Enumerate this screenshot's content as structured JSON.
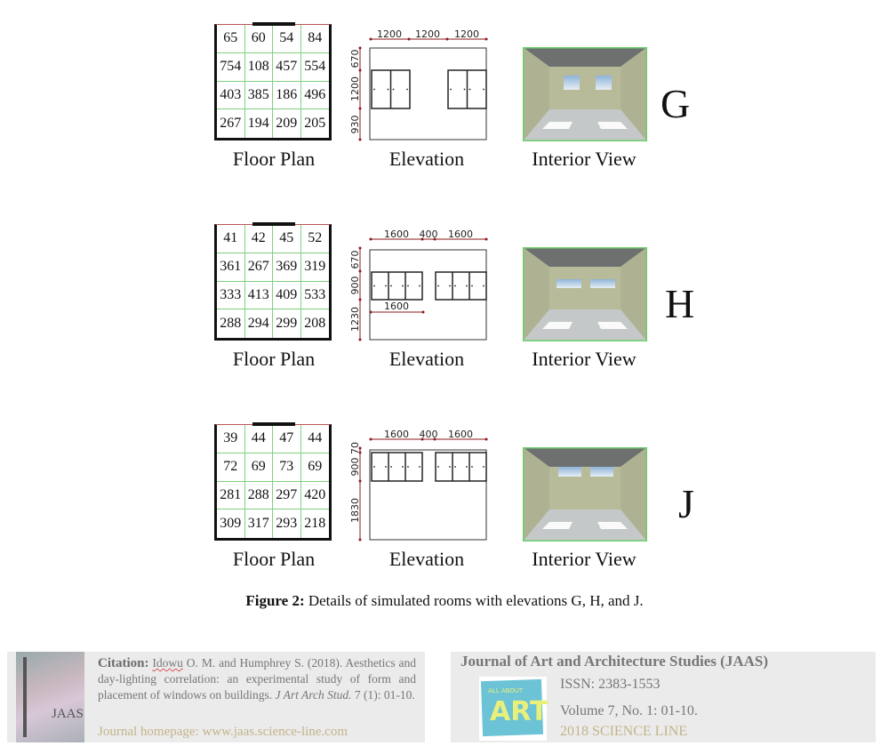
{
  "rows": [
    {
      "id": "G",
      "letter": "G",
      "plan": [
        "65",
        "60",
        "54",
        "84",
        "754",
        "108",
        "457",
        "554",
        "403",
        "385",
        "186",
        "496",
        "267",
        "194",
        "209",
        "205"
      ],
      "elevation": {
        "top": [
          "1200",
          "1200",
          "1200"
        ],
        "side": [
          "670",
          "1200",
          "930"
        ]
      }
    },
    {
      "id": "H",
      "letter": "H",
      "plan": [
        "41",
        "42",
        "45",
        "52",
        "361",
        "267",
        "369",
        "319",
        "333",
        "413",
        "409",
        "533",
        "288",
        "294",
        "299",
        "208"
      ],
      "elevation": {
        "top": [
          "1600",
          "400",
          "1600"
        ],
        "side": [
          "670",
          "900",
          "1230"
        ],
        "inner": "1600"
      }
    },
    {
      "id": "J",
      "letter": "J",
      "plan": [
        "39",
        "44",
        "47",
        "44",
        "72",
        "69",
        "73",
        "69",
        "281",
        "288",
        "297",
        "420",
        "309",
        "317",
        "293",
        "218"
      ],
      "elevation": {
        "top": [
          "1600",
          "400",
          "1600"
        ],
        "side": [
          "70",
          "900",
          "1830"
        ]
      }
    }
  ],
  "labels": {
    "floor_plan": "Floor Plan",
    "elevation": "Elevation",
    "interior": "Interior View"
  },
  "caption": {
    "label": "Figure 2:",
    "text": " Details of simulated rooms with elevations G, H, and J."
  },
  "footer": {
    "cover_text": "JAAS",
    "citation_label": "Citation:",
    "citation_author": "Idowu",
    "citation_rest": " O. M. and Humphrey S. (2018). Aesthetics and day-lighting correlation: an experimental study of form and placement of windows on buildings. ",
    "citation_journal": "J Art Arch Stud.",
    "citation_vol": " 7 (1): 01-10.",
    "homepage": "Journal homepage: www.jaas.science-line.com",
    "journal_title": "Journal of Art and Architecture Studies (JAAS)",
    "logo_text_small": "ALL ABOUT",
    "logo_text_big": "ART",
    "issn": "ISSN: 2383-1553",
    "volume": "Volume 7, No. 1: 01-10.",
    "copyright": "2018 SCIENCE LINE"
  },
  "colors": {
    "grid": "#7fd07f",
    "dim": "#8b1a1a",
    "footer_bg": "#ebebeb",
    "homepage": "#c2b48a"
  }
}
